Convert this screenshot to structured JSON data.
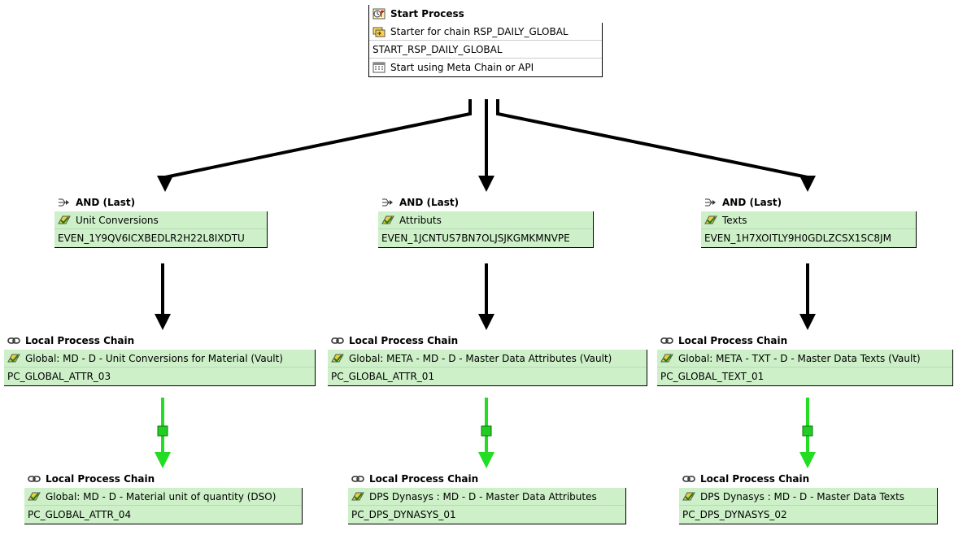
{
  "colors": {
    "node_fill": "#cdf0c8",
    "arrow_black": "#000000",
    "arrow_green": "#22dd22",
    "connector_square": "#22cc22"
  },
  "start": {
    "title": "Start Process",
    "row1": "Starter for chain RSP_DAILY_GLOBAL",
    "row2": "START_RSP_DAILY_GLOBAL",
    "row3": "Start using Meta Chain or API",
    "icons": [
      "clock-flag-icon",
      "process-icon",
      "calendar-icon"
    ]
  },
  "and_nodes": [
    {
      "title": "AND (Last)",
      "label": "Unit Conversions",
      "code": "EVEN_1Y9QV6ICXBEDLR2H22L8IXDTU"
    },
    {
      "title": "AND (Last)",
      "label": "Attributs",
      "code": "EVEN_1JCNTUS7BN7OLJSJKGMKMNVPE"
    },
    {
      "title": "AND (Last)",
      "label": "Texts",
      "code": "EVEN_1H7XOITLY9H0GDLZCSX1SC8JM"
    }
  ],
  "local_chains_row1": [
    {
      "title": "Local Process Chain",
      "label": "Global: MD - D - Unit Conversions for Material (Vault)",
      "code": "PC_GLOBAL_ATTR_03"
    },
    {
      "title": "Local Process Chain",
      "label": "Global: META - MD - D - Master Data Attributes (Vault)",
      "code": "PC_GLOBAL_ATTR_01"
    },
    {
      "title": "Local Process Chain",
      "label": "Global: META - TXT - D - Master Data Texts (Vault)",
      "code": "PC_GLOBAL_TEXT_01"
    }
  ],
  "local_chains_row2": [
    {
      "title": "Local Process Chain",
      "label": "Global: MD - D - Material unit of quantity (DSO)",
      "code": "PC_GLOBAL_ATTR_04"
    },
    {
      "title": "Local Process Chain",
      "label": "DPS Dynasys : MD - D - Master Data Attributes",
      "code": "PC_DPS_DYNASYS_01"
    },
    {
      "title": "Local Process Chain",
      "label": "DPS Dynasys : MD - D - Master Data Texts",
      "code": "PC_DPS_DYNASYS_02"
    }
  ]
}
